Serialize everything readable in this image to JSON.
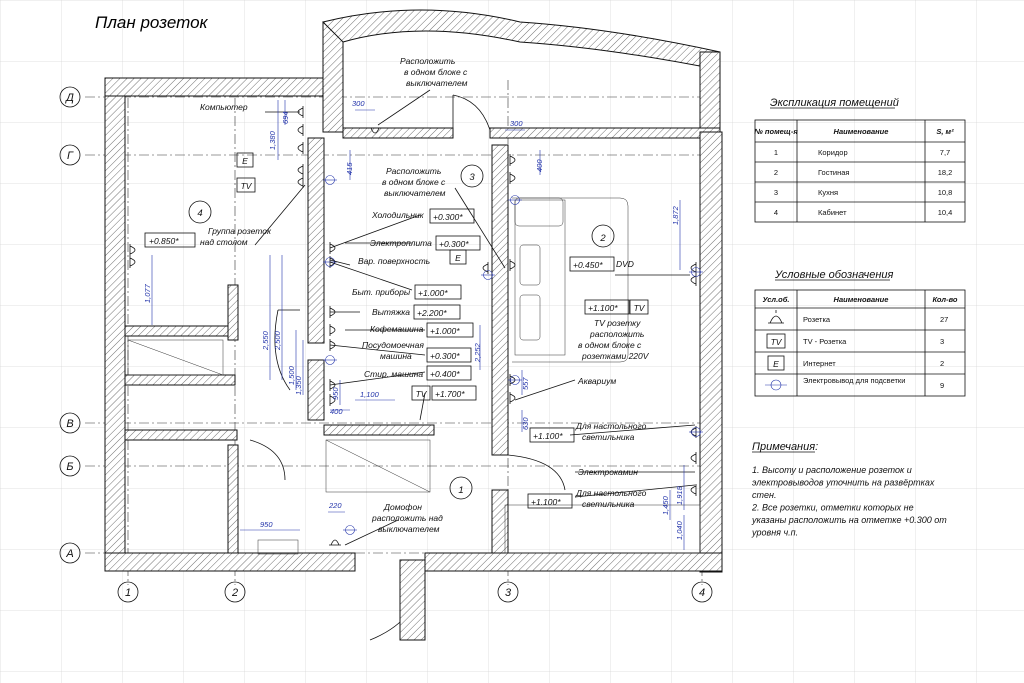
{
  "title": "План розеток",
  "axes": {
    "rows": [
      "Д",
      "Г",
      "В",
      "Б",
      "А"
    ],
    "cols": [
      "1",
      "2",
      "3",
      "4"
    ]
  },
  "rooms": [
    "1",
    "2",
    "3",
    "4"
  ],
  "callouts": {
    "switch_block_top": [
      "Расположить",
      "в одном блоке с",
      "выключателем"
    ],
    "switch_block_mid": [
      "Расположить",
      "в одном блоке с",
      "выключателем"
    ],
    "computer": "Компьютер",
    "desk_group": [
      "Группа розеток",
      "над столом"
    ],
    "fridge": "Холодильник",
    "stove": "Электроплита",
    "cooktop": "Вар. поверхность",
    "appliances": "Быт. приборы",
    "hood": "Вытяжка",
    "coffee": "Кофемашина",
    "dishwasher": [
      "Посудомоечная",
      "машина"
    ],
    "washer": "Стир. машина",
    "dvd": "DVD",
    "tv_note": [
      "TV розетку",
      "расположить",
      "в одном блоке с",
      "розетками 220V"
    ],
    "aquarium": "Аквариум",
    "desk_light_1": [
      "Для настольного",
      "светильника"
    ],
    "fireplace": "Электрокамин",
    "desk_light_2": [
      "Для настольного",
      "светильника"
    ],
    "intercom": [
      "Домофон",
      "расположить над",
      "выключателем"
    ]
  },
  "heights": {
    "desk": "+0.850*",
    "fridge": "+0.300*",
    "stove": "+0.300*",
    "appliances": "+1.000*",
    "hood": "+2.200*",
    "coffee": "+1.000*",
    "dishwasher": "+0.300*",
    "washer": "+0.400*",
    "tv_kitchen": "+1.700*",
    "dvd": "+0.450*",
    "tv_living": "+1.100*",
    "light_1": "+1.100*",
    "light_2": "+1.100*"
  },
  "symbols": {
    "tv": "TV",
    "internet": "E"
  },
  "dimensions": [
    "300",
    "300",
    "694",
    "1,380",
    "415",
    "400",
    "1,872",
    "1,077",
    "2,550",
    "2,500",
    "1,500",
    "1,350",
    "2,252",
    "950",
    "1,100",
    "400",
    "557",
    "630",
    "1,918",
    "1,450",
    "1,040",
    "220",
    "950"
  ],
  "explication": {
    "title": "Экспликация помещений",
    "headers": [
      "№ помещ-я",
      "Наименование",
      "S, м²"
    ],
    "rows": [
      [
        "1",
        "Коридор",
        "7,7"
      ],
      [
        "2",
        "Гостиная",
        "18,2"
      ],
      [
        "3",
        "Кухня",
        "10,8"
      ],
      [
        "4",
        "Кабинет",
        "10,4"
      ]
    ]
  },
  "legend": {
    "title": "Условные обозначения",
    "headers": [
      "Усл.об.",
      "Наименование",
      "Кол-во"
    ],
    "rows": [
      {
        "symbol": "socket-icon",
        "name": "Розетка",
        "count": "27"
      },
      {
        "symbol": "tv-socket-icon",
        "label": "TV",
        "name": "TV - Розетка",
        "count": "3"
      },
      {
        "symbol": "internet-socket-icon",
        "label": "E",
        "name": "Интернет",
        "count": "2"
      },
      {
        "symbol": "light-outlet-icon",
        "name": "Электровывод для подсветки",
        "count": "9"
      }
    ]
  },
  "notes": {
    "title": "Примечания:",
    "lines": [
      "1. Высоту и расположение розеток и",
      "электровыводов уточнить на развёртках",
      "стен.",
      "2. Все розетки, отметки которых не",
      "указаны расположить на отметке +0.300 от",
      "уровня ч.п."
    ]
  }
}
